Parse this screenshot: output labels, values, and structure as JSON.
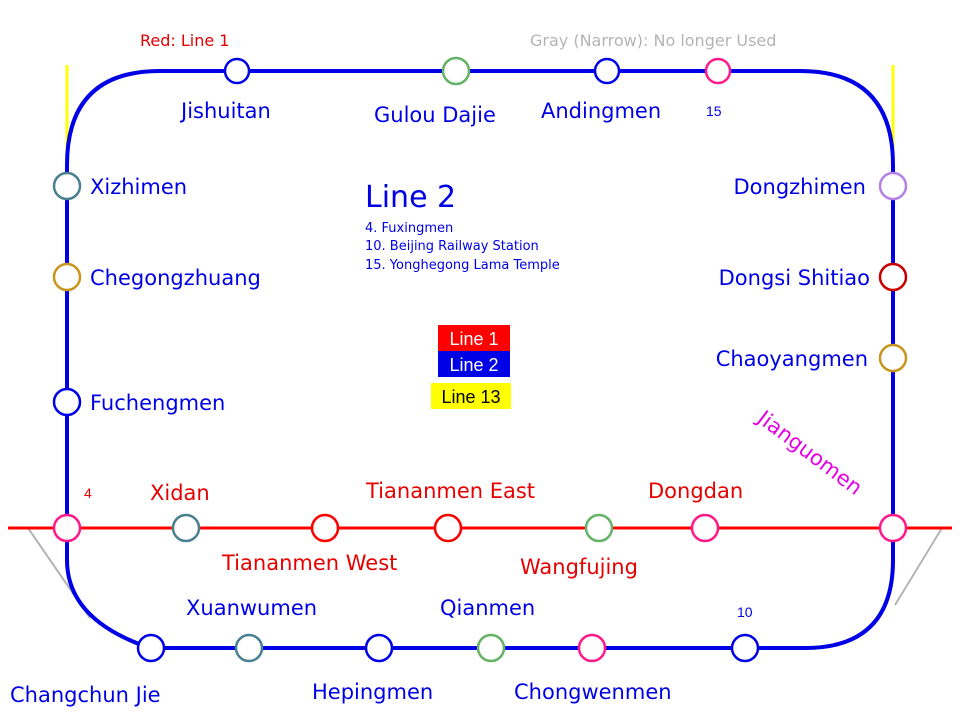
{
  "colors": {
    "line1": "#ff0000",
    "line2": "#0000e6",
    "line13": "#ffff00",
    "unused": "#b4b4b4",
    "transfer": "#ff1a8c",
    "jianguomen_label": "#e600e6"
  },
  "notes": {
    "red": "Red: Line 1",
    "gray": "Gray (Narrow): No longer Used"
  },
  "info": {
    "title": "Line 2",
    "items": [
      "4. Fuxingmen",
      "10. Beijing Railway Station",
      "15. Yonghegong Lama Temple"
    ]
  },
  "legend": {
    "line1": "Line 1",
    "line2": "Line 2",
    "line13": "Line 13"
  },
  "stations": {
    "jishuitan": {
      "label": "Jishuitan",
      "ring": "#0000e6"
    },
    "gulou_dajie": {
      "label": "Gulou Dajie",
      "ring": "#66b266"
    },
    "andingmen": {
      "label": "Andingmen",
      "ring": "#0000e6"
    },
    "yonghegong": {
      "label": "15",
      "ring": "#ff1a8c"
    },
    "xizhimen": {
      "label": "Xizhimen",
      "ring": "#4a8090"
    },
    "chegongzhuang": {
      "label": "Chegongzhuang",
      "ring": "#c8961e"
    },
    "fuchengmen": {
      "label": "Fuchengmen",
      "ring": "#0000e6"
    },
    "fuxingmen": {
      "label": "4",
      "ring": "#ff1a8c"
    },
    "dongzhimen": {
      "label": "Dongzhimen",
      "ring": "#b482e6"
    },
    "dongsi_shitiao": {
      "label": "Dongsi Shitiao",
      "ring": "#c80000"
    },
    "chaoyangmen": {
      "label": "Chaoyangmen",
      "ring": "#c8961e"
    },
    "jianguomen": {
      "label": "Jianguomen",
      "ring": "#ff1a8c"
    },
    "xidan": {
      "label": "Xidan",
      "ring": "#4a8090"
    },
    "tiananmen_west": {
      "label": "Tiananmen West",
      "ring": "#ff0000"
    },
    "tiananmen_east": {
      "label": "Tiananmen East",
      "ring": "#ff0000"
    },
    "wangfujing": {
      "label": "Wangfujing",
      "ring": "#66b266"
    },
    "dongdan": {
      "label": "Dongdan",
      "ring": "#ff1a8c"
    },
    "changchun_jie": {
      "label": "Changchun Jie",
      "ring": "#0000e6"
    },
    "xuanwumen": {
      "label": "Xuanwumen",
      "ring": "#4a8090"
    },
    "hepingmen": {
      "label": "Hepingmen",
      "ring": "#0000e6"
    },
    "qianmen": {
      "label": "Qianmen",
      "ring": "#66b266"
    },
    "chongwenmen": {
      "label": "Chongwenmen",
      "ring": "#ff1a8c"
    },
    "beijing_railway_station": {
      "label": "10",
      "ring": "#0000e6"
    }
  }
}
